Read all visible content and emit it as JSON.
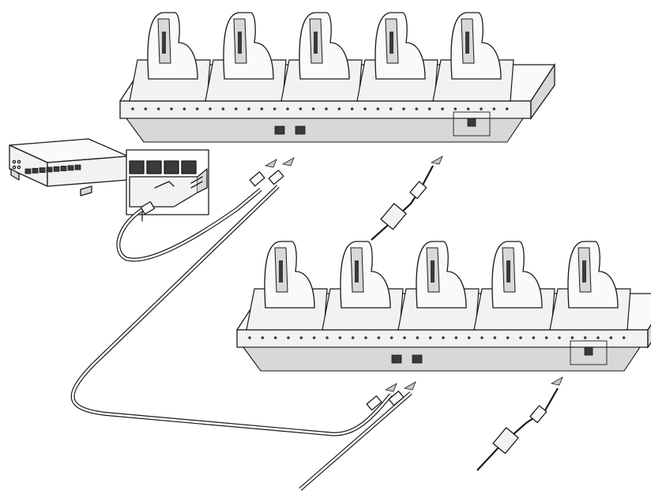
{
  "figure": {
    "description_kind": "line-art installation diagram",
    "colors": {
      "line": "#1a1a1a",
      "body_fill": "#f2f2f2",
      "top_fill": "#fafafa",
      "shadow_fill": "#d8d8d8",
      "dark_fill": "#3a3a3a",
      "background": "#ffffff"
    }
  },
  "upper_cradle": {
    "slot_count": 5,
    "icon": "five-slot-charging-cradle"
  },
  "lower_cradle": {
    "slot_count": 5,
    "icon": "five-slot-charging-cradle"
  },
  "switch": {
    "icon": "ethernet-switch",
    "port_count": 8
  },
  "callout": {
    "icon": "ethernet-port-detail"
  },
  "power_cables": {
    "icon": "power-cable-with-ferrite"
  },
  "ethernet_cables": {
    "icon": "rj45-cable"
  }
}
